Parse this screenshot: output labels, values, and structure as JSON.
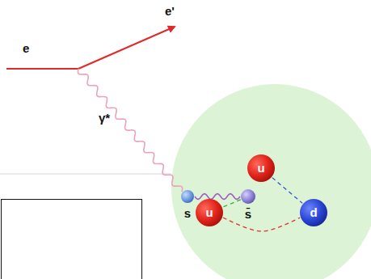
{
  "diagram": {
    "nodes": [
      {
        "text": [
          "u"
        ]
      },
      {
        "text": [
          "s"
        ]
      },
      {
        "text": [
          "s̄"
        ]
      },
      {
        "text": [
          "u"
        ]
      },
      {
        "text": [
          "d"
        ]
      }
    ],
    "edges": [
      {
        "from": 1,
        "to": 2,
        "arrow": "none"
      },
      {
        "from": 0,
        "to": 4,
        "arrow": "none"
      },
      {
        "from": 2,
        "to": 3,
        "arrow": "none"
      },
      {
        "from": 3,
        "to": 4,
        "arrow": "none"
      }
    ],
    "labels": [
      "e",
      "e'",
      "γ*"
    ]
  }
}
